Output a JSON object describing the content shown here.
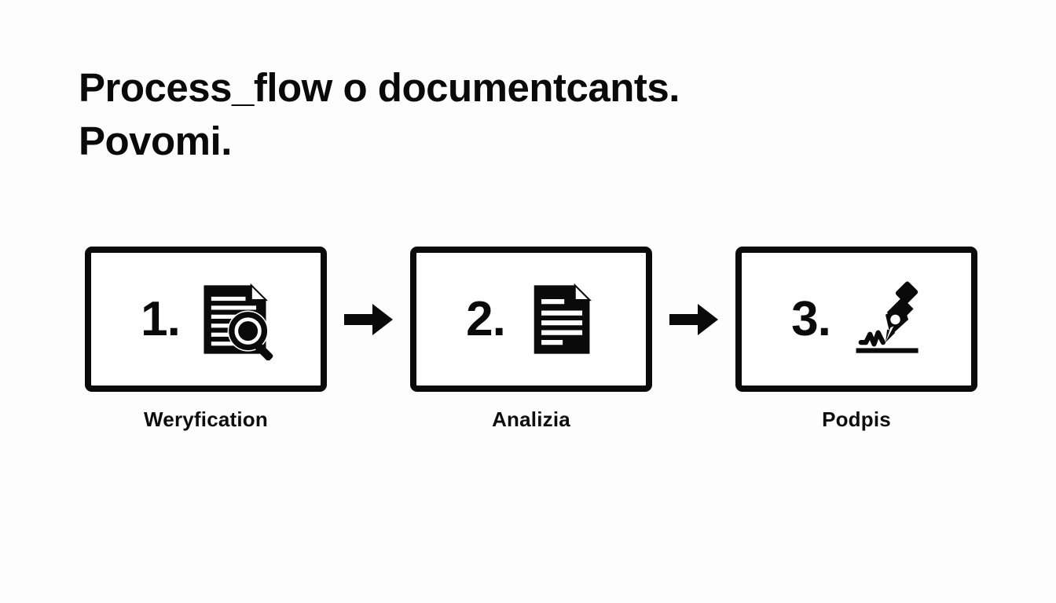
{
  "title": {
    "line1": "Process_flow o documentcants.",
    "line2": "Povomi."
  },
  "colors": {
    "background": "#fdfdfd",
    "ink": "#0a0a0a",
    "box_fill": "#ffffff"
  },
  "flow": {
    "steps": [
      {
        "number": "1.",
        "label": "Weryfication",
        "icon": "document-magnifier-icon"
      },
      {
        "number": "2.",
        "label": "Analizia",
        "icon": "document-lines-icon"
      },
      {
        "number": "3.",
        "label": "Podpis",
        "icon": "signature-pen-icon"
      }
    ],
    "connectors": [
      {
        "icon": "arrow-right-icon"
      },
      {
        "icon": "arrow-right-icon"
      }
    ]
  }
}
